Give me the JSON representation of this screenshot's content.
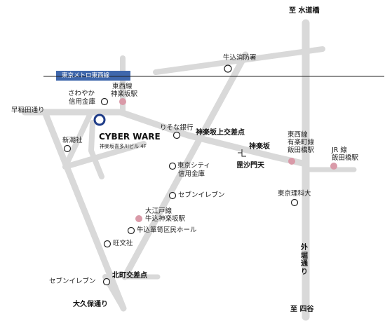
{
  "labels": {
    "to_suidobashi": "至 水道橋",
    "to_yotsuya": "至 四谷",
    "metro_line": "東京メトロ東西線",
    "fire_station": "牛込消防署",
    "tozai_kagurazaka_l1": "東西線",
    "tozai_kagurazaka_l2": "神楽坂駅",
    "sawayaka_l1": "さわやか",
    "sawayaka_l2": "信用金庫",
    "waseda_dori": "早稲田通り",
    "niishiosha": "新潮社",
    "cyberware": "CYBER WARE",
    "address": "神楽坂喜多川ビル 4F",
    "resona": "りそな銀行",
    "kagurazaka_ue": "神楽坂上交差点",
    "kagurazaka": "神楽坂",
    "bishamonten": "毘沙門天",
    "yurakucho_l1": "東西線",
    "yurakucho_l2": "有楽町線",
    "yurakucho_l3": "飯田橋駅",
    "jr_l1": "JR 線",
    "jr_l2": "飯田橋駅",
    "tokyo_city_l1": "東京シティ",
    "tokyo_city_l2": "信用金庫",
    "seven_1": "セブンイレブン",
    "rika": "東京理科大",
    "oedo_l1": "大江戸線",
    "oedo_l2": "牛込神楽坂駅",
    "hall": "牛込箪笥区民ホール",
    "obunsha": "旺文社",
    "sotobori": "外堀通り",
    "seven_2": "セブンイレブン",
    "kitamachi": "北町交差点",
    "okubo_dori": "大久保通り"
  },
  "colors": {
    "road": "#d9d9d9",
    "metro_band": "#3f67ac",
    "metro_line": "#222222",
    "station": "#d99aa8",
    "landmark": "#222222",
    "office": "#1f3c88"
  }
}
